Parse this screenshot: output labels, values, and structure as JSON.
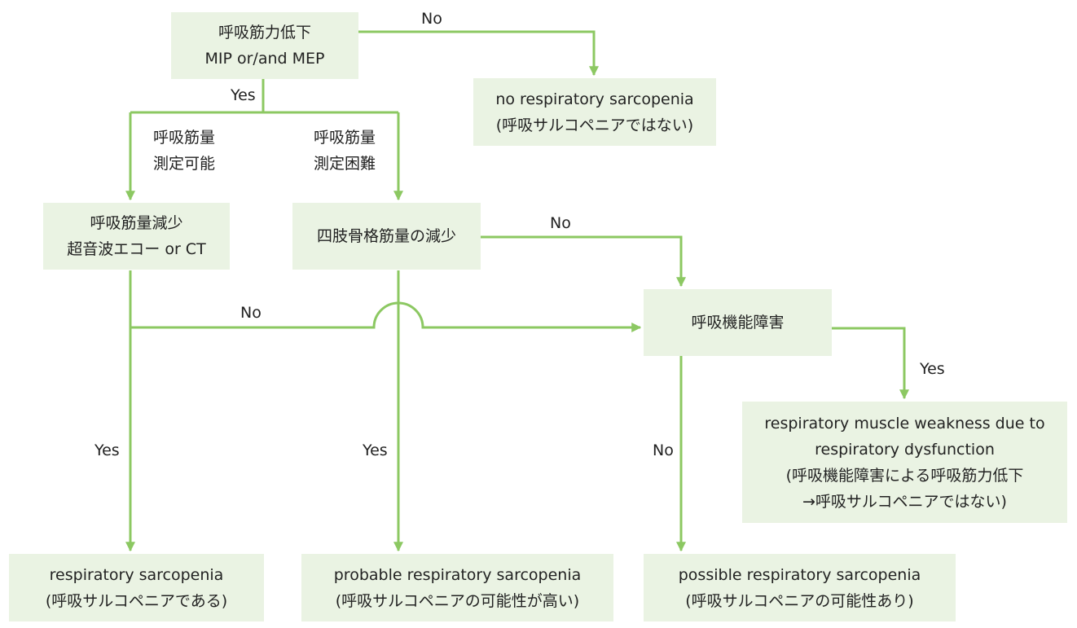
{
  "colors": {
    "connector": "#8cc862",
    "box_fill": "#eaf3e3",
    "text": "#222222"
  },
  "boxes": {
    "start": {
      "line1": "呼吸筋力低下",
      "line2": "MIP or/and MEP"
    },
    "no_sarcopenia": {
      "line1": "no respiratory sarcopenia",
      "line2": "(呼吸サルコペニアではない)"
    },
    "muscle_mass": {
      "line1": "呼吸筋量減少",
      "line2": "超音波エコー or CT"
    },
    "limb_mass": {
      "line1": "四肢骨格筋量の減少"
    },
    "dysfunction": {
      "line1": "呼吸機能障害"
    },
    "weakness": {
      "line1": "respiratory muscle weakness due to",
      "line2": "respiratory dysfunction",
      "line3": "(呼吸機能障害による呼吸筋力低下",
      "line4": "→呼吸サルコペニアではない)"
    },
    "respiratory": {
      "line1": "respiratory sarcopenia",
      "line2": "(呼吸サルコペニアである)"
    },
    "probable": {
      "line1": "probable respiratory sarcopenia",
      "line2": "(呼吸サルコペニアの可能性が高い)"
    },
    "possible": {
      "line1": "possible respiratory sarcopenia",
      "line2": "(呼吸サルコペニアの可能性あり)"
    }
  },
  "edge_labels": {
    "start_no": "No",
    "start_yes": "Yes",
    "measurable": {
      "line1": "呼吸筋量",
      "line2": "測定可能"
    },
    "difficult": {
      "line1": "呼吸筋量",
      "line2": "測定困難"
    },
    "limb_no": "No",
    "mass_no": "No",
    "dys_yes": "Yes",
    "mass_yes": "Yes",
    "limb_yes": "Yes",
    "dys_no": "No"
  }
}
